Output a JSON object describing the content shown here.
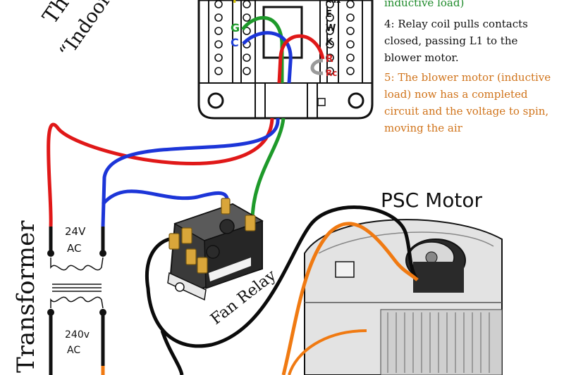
{
  "title_partial": {
    "line1": "The",
    "line2": "“Indoor"
  },
  "thermostat": {
    "left_terminals": [
      "Y",
      "G",
      "C"
    ],
    "right_terminals": [
      "Aux",
      "E",
      "W",
      "K",
      "R",
      "Rc"
    ],
    "terminal_colors": {
      "Y": "#d9c400",
      "G": "#1e9a2a",
      "C": "#1f3fd6",
      "R": "#d11f1f",
      "Rc": "#d11f1f",
      "default": "#111111"
    }
  },
  "transformer": {
    "label": "Transformer",
    "secondary_voltage": "24V",
    "secondary_type": "AC",
    "primary_voltage": "240v",
    "primary_type": "AC"
  },
  "relay": {
    "label": "Fan Relay"
  },
  "motor": {
    "label": "PSC Motor"
  },
  "notes": {
    "step3_tail": "inductive load)",
    "step4_lines": [
      "4: Relay coil pulls contacts",
      "closed, passing L1 to the",
      "blower motor."
    ],
    "step5_lines": [
      "5: The blower motor (inductive",
      "load) now has a completed",
      "circuit and the voltage to spin,",
      "moving the air"
    ]
  },
  "wire_colors": {
    "red": "#e01818",
    "blue": "#1c35d8",
    "green": "#1e9a2a",
    "black": "#0b0b0b",
    "orange": "#f07a12"
  }
}
